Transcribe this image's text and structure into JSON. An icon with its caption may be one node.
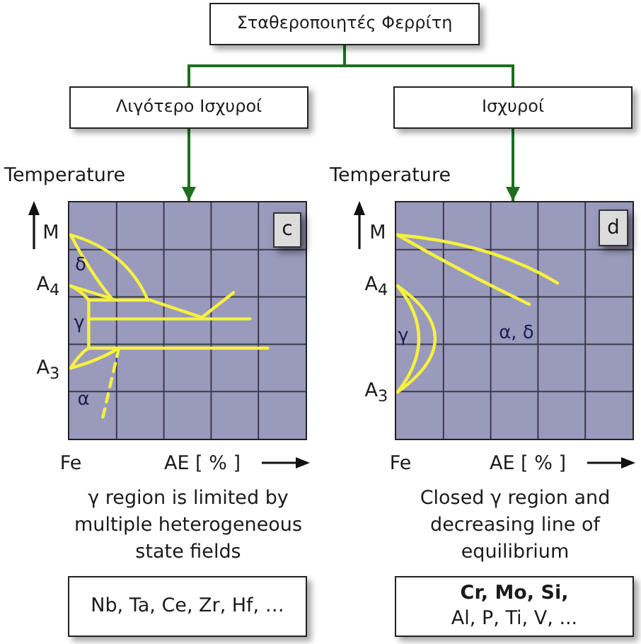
{
  "diagram": {
    "nodes": [
      {
        "text": [
          "Σταθεροποιητές Φερρίτη"
        ]
      },
      {
        "text": [
          "Λιγότερο Ισχυροί"
        ]
      },
      {
        "text": [
          "Ισχυροί"
        ]
      },
      {
        "text": [],
        "shape": "picture"
      },
      {
        "text": [
          "c"
        ],
        "in": 3
      },
      {
        "text": [],
        "shape": "picture"
      },
      {
        "text": [
          "d"
        ],
        "in": 5
      },
      {
        "text": [
          "Nb, Ta, Ce, Zr, Hf, …"
        ]
      },
      {
        "text": [
          "Cr, Mo, Si,",
          "Al, P, Ti, V, ..."
        ]
      }
    ],
    "edges": [
      {
        "from": 0,
        "to": 1,
        "arrow": "none"
      },
      {
        "from": 0,
        "to": 2,
        "arrow": "none"
      },
      {
        "from": 1,
        "to": 3,
        "arrow": "to"
      },
      {
        "from": 2,
        "to": 5,
        "arrow": "to"
      }
    ],
    "labels": [
      "Temperature",
      "M",
      "δ",
      "A$_{4}$",
      "γ",
      "A$_{3}$",
      "α",
      "Fe",
      "AE [ % ]",
      "Temperature",
      "M",
      "A$_{4}$",
      "γ",
      "α, δ",
      "A$_{3}$",
      "Fe",
      "AE [ % ]",
      "γ region is limited by multiple heterogeneous state fields",
      "Closed γ region and decreasing line of equilibrium"
    ]
  }
}
